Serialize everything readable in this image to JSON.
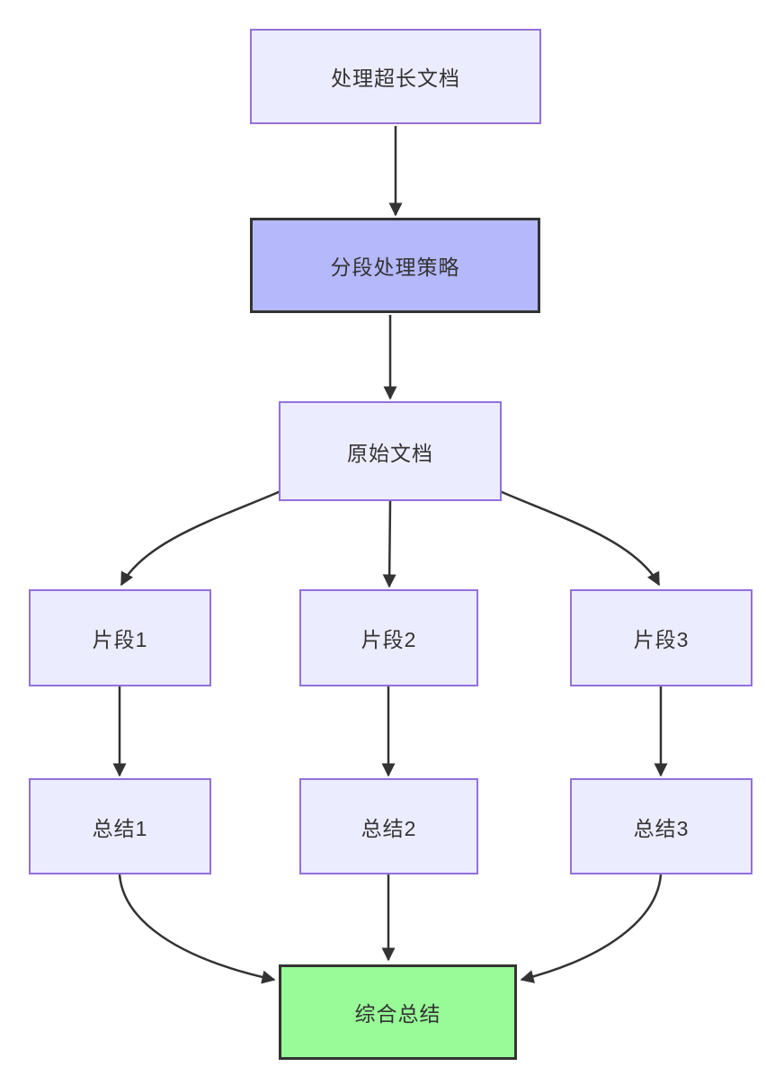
{
  "diagram": {
    "type": "flowchart",
    "direction": "top-down",
    "nodes": [
      {
        "id": "A",
        "label": "处理超长文档",
        "style": "default"
      },
      {
        "id": "B",
        "label": "分段处理策略",
        "style": "highlight"
      },
      {
        "id": "C",
        "label": "原始文档",
        "style": "default"
      },
      {
        "id": "D1",
        "label": "片段1",
        "style": "default"
      },
      {
        "id": "D2",
        "label": "片段2",
        "style": "default"
      },
      {
        "id": "D3",
        "label": "片段3",
        "style": "default"
      },
      {
        "id": "E1",
        "label": "总结1",
        "style": "default"
      },
      {
        "id": "E2",
        "label": "总结2",
        "style": "default"
      },
      {
        "id": "E3",
        "label": "总结3",
        "style": "default"
      },
      {
        "id": "F",
        "label": "综合总结",
        "style": "success"
      }
    ],
    "edges": [
      {
        "from": "A",
        "to": "B"
      },
      {
        "from": "B",
        "to": "C"
      },
      {
        "from": "C",
        "to": "D1"
      },
      {
        "from": "C",
        "to": "D2"
      },
      {
        "from": "C",
        "to": "D3"
      },
      {
        "from": "D1",
        "to": "E1"
      },
      {
        "from": "D2",
        "to": "E2"
      },
      {
        "from": "D3",
        "to": "E3"
      },
      {
        "from": "E1",
        "to": "F"
      },
      {
        "from": "E2",
        "to": "F"
      },
      {
        "from": "E3",
        "to": "F"
      }
    ],
    "colors": {
      "node_fill": "#ECECFF",
      "node_border": "#9370DB",
      "highlight_fill": "#b5b8fa",
      "highlight_border": "#333333",
      "success_fill": "#98FB98",
      "success_border": "#333333",
      "edge": "#333333",
      "text": "#333333",
      "background": "#ffffff"
    }
  }
}
